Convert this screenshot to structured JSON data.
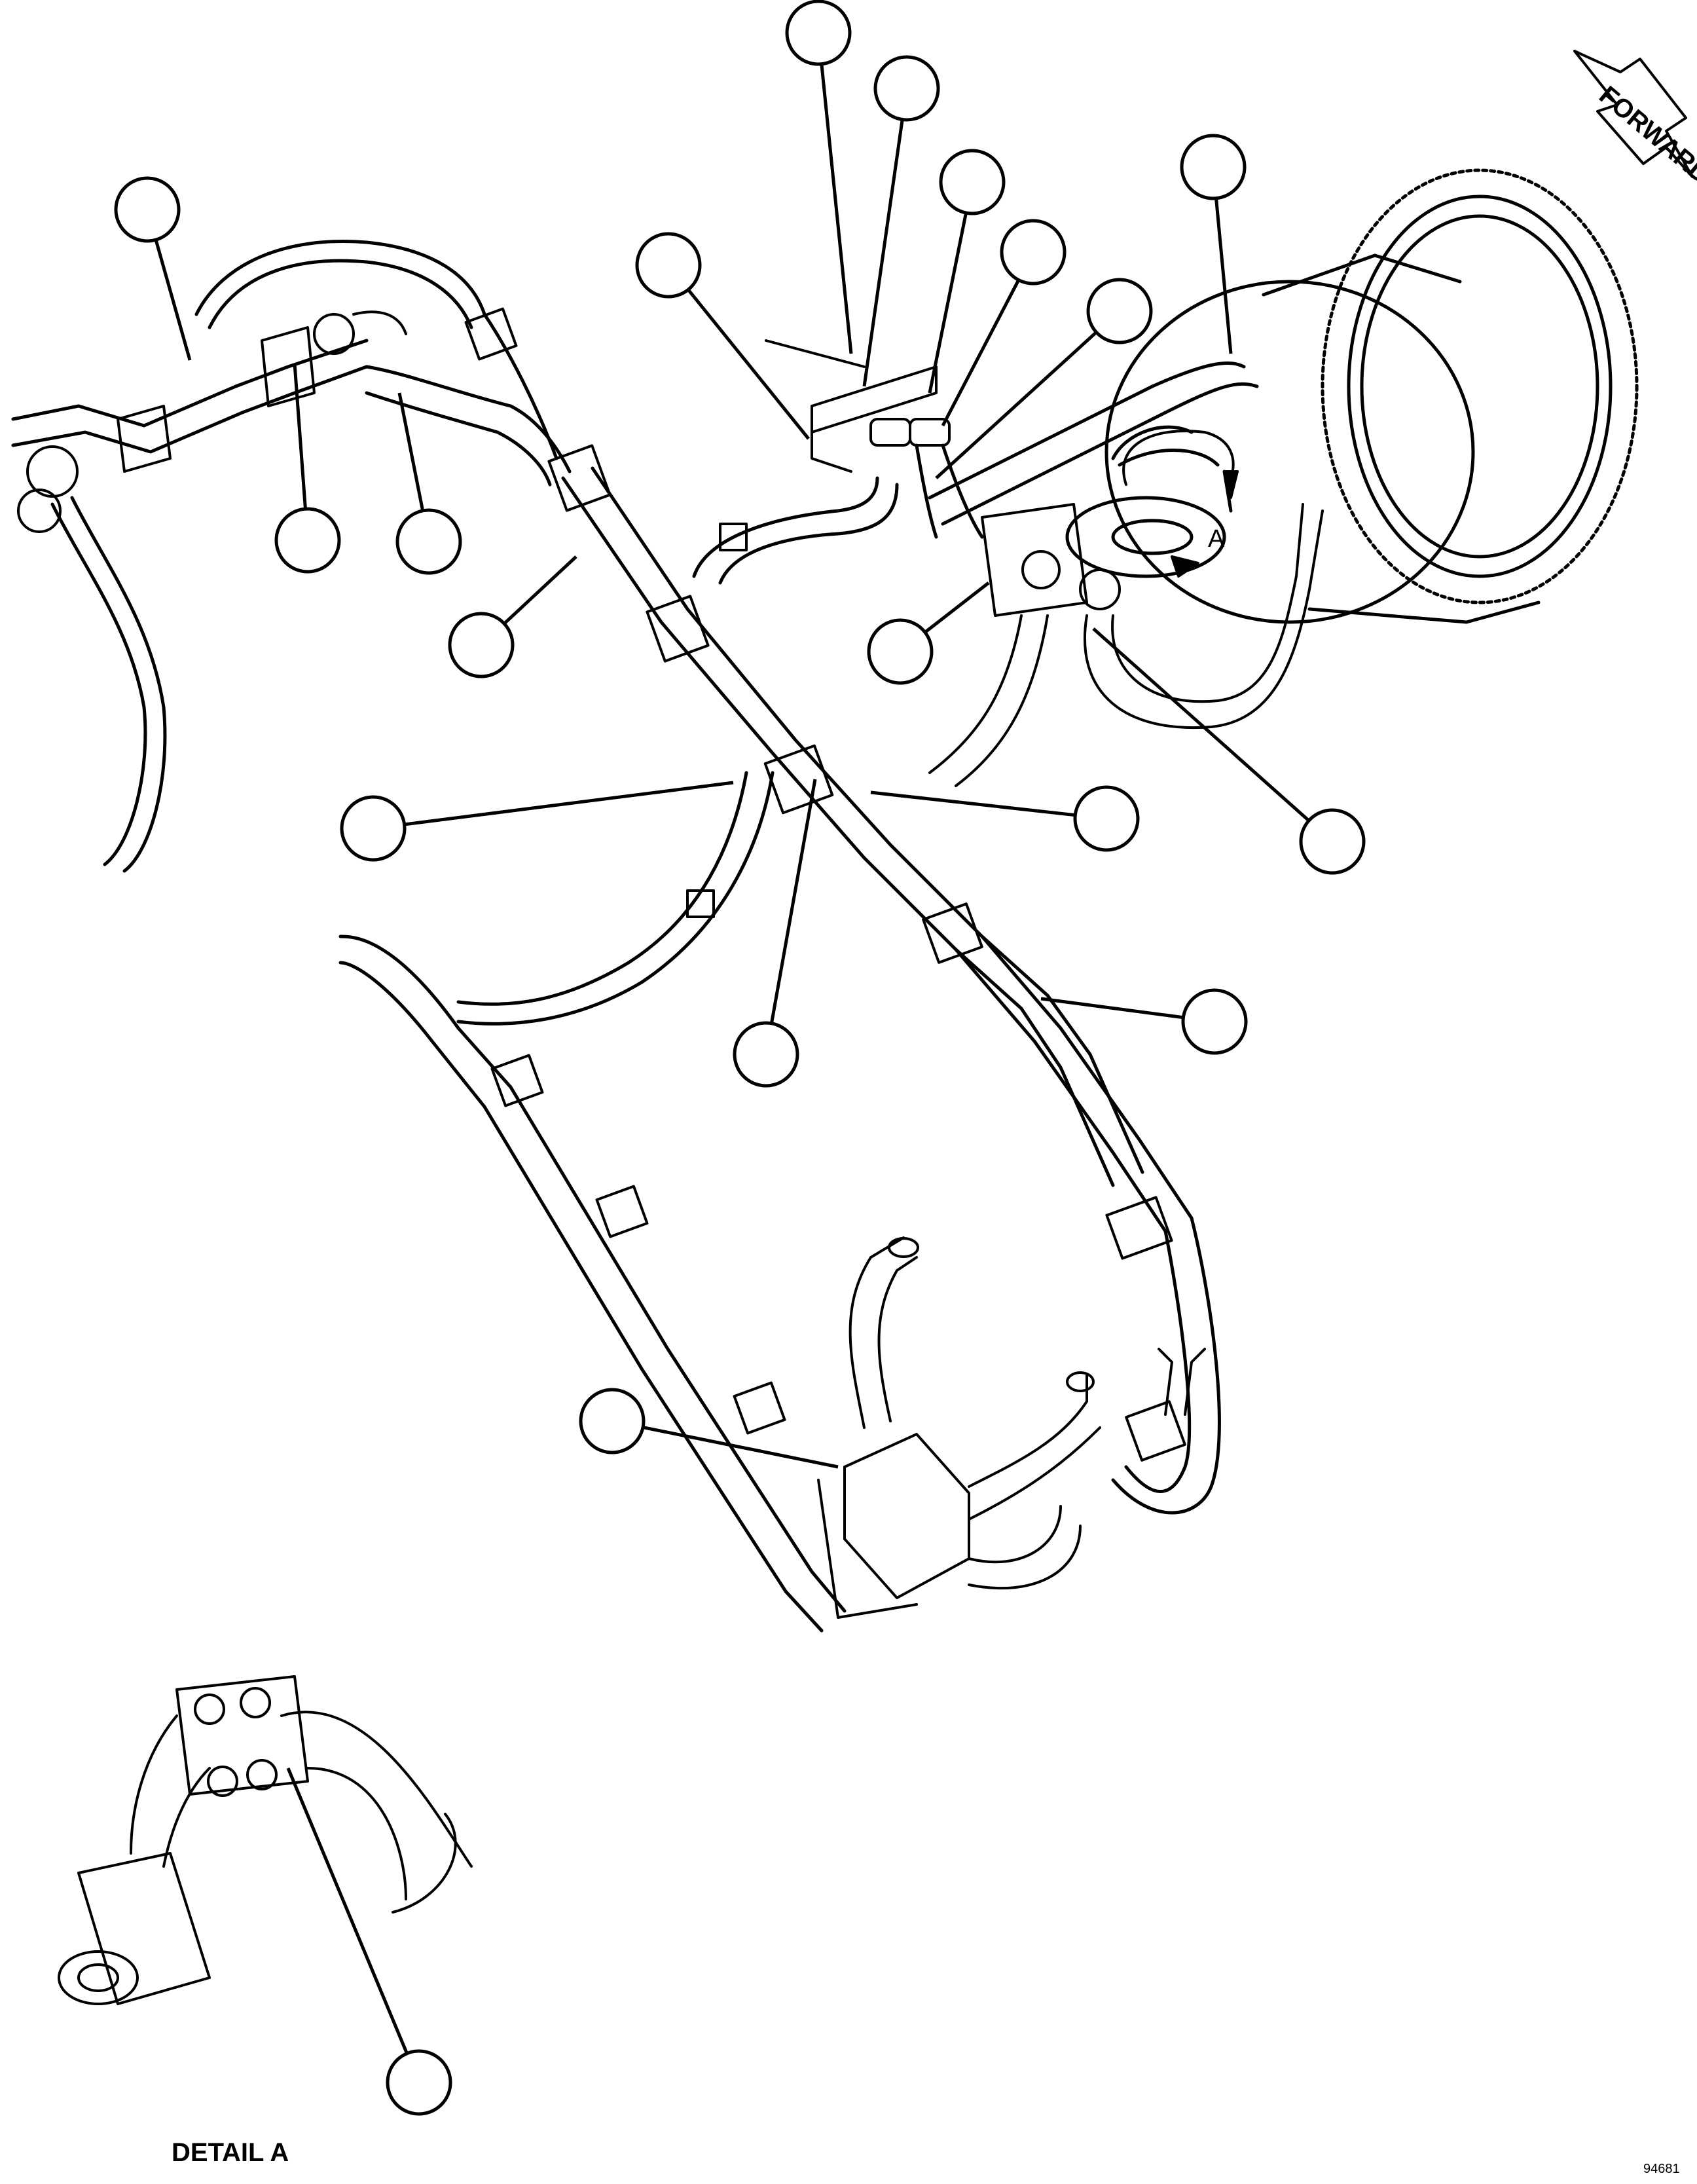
{
  "direction_arrow": {
    "label": "FORWARD"
  },
  "view_marker": {
    "letter": "A"
  },
  "detail_caption": "DETAIL A",
  "drawing_number": "94681",
  "callout_count": 19,
  "callouts": [
    {
      "text": ""
    },
    {
      "text": ""
    },
    {
      "text": ""
    },
    {
      "text": ""
    },
    {
      "text": ""
    },
    {
      "text": ""
    },
    {
      "text": ""
    },
    {
      "text": ""
    },
    {
      "text": ""
    },
    {
      "text": ""
    },
    {
      "text": ""
    },
    {
      "text": ""
    },
    {
      "text": ""
    },
    {
      "text": ""
    },
    {
      "text": ""
    },
    {
      "text": ""
    },
    {
      "text": ""
    },
    {
      "text": ""
    },
    {
      "text": ""
    }
  ]
}
